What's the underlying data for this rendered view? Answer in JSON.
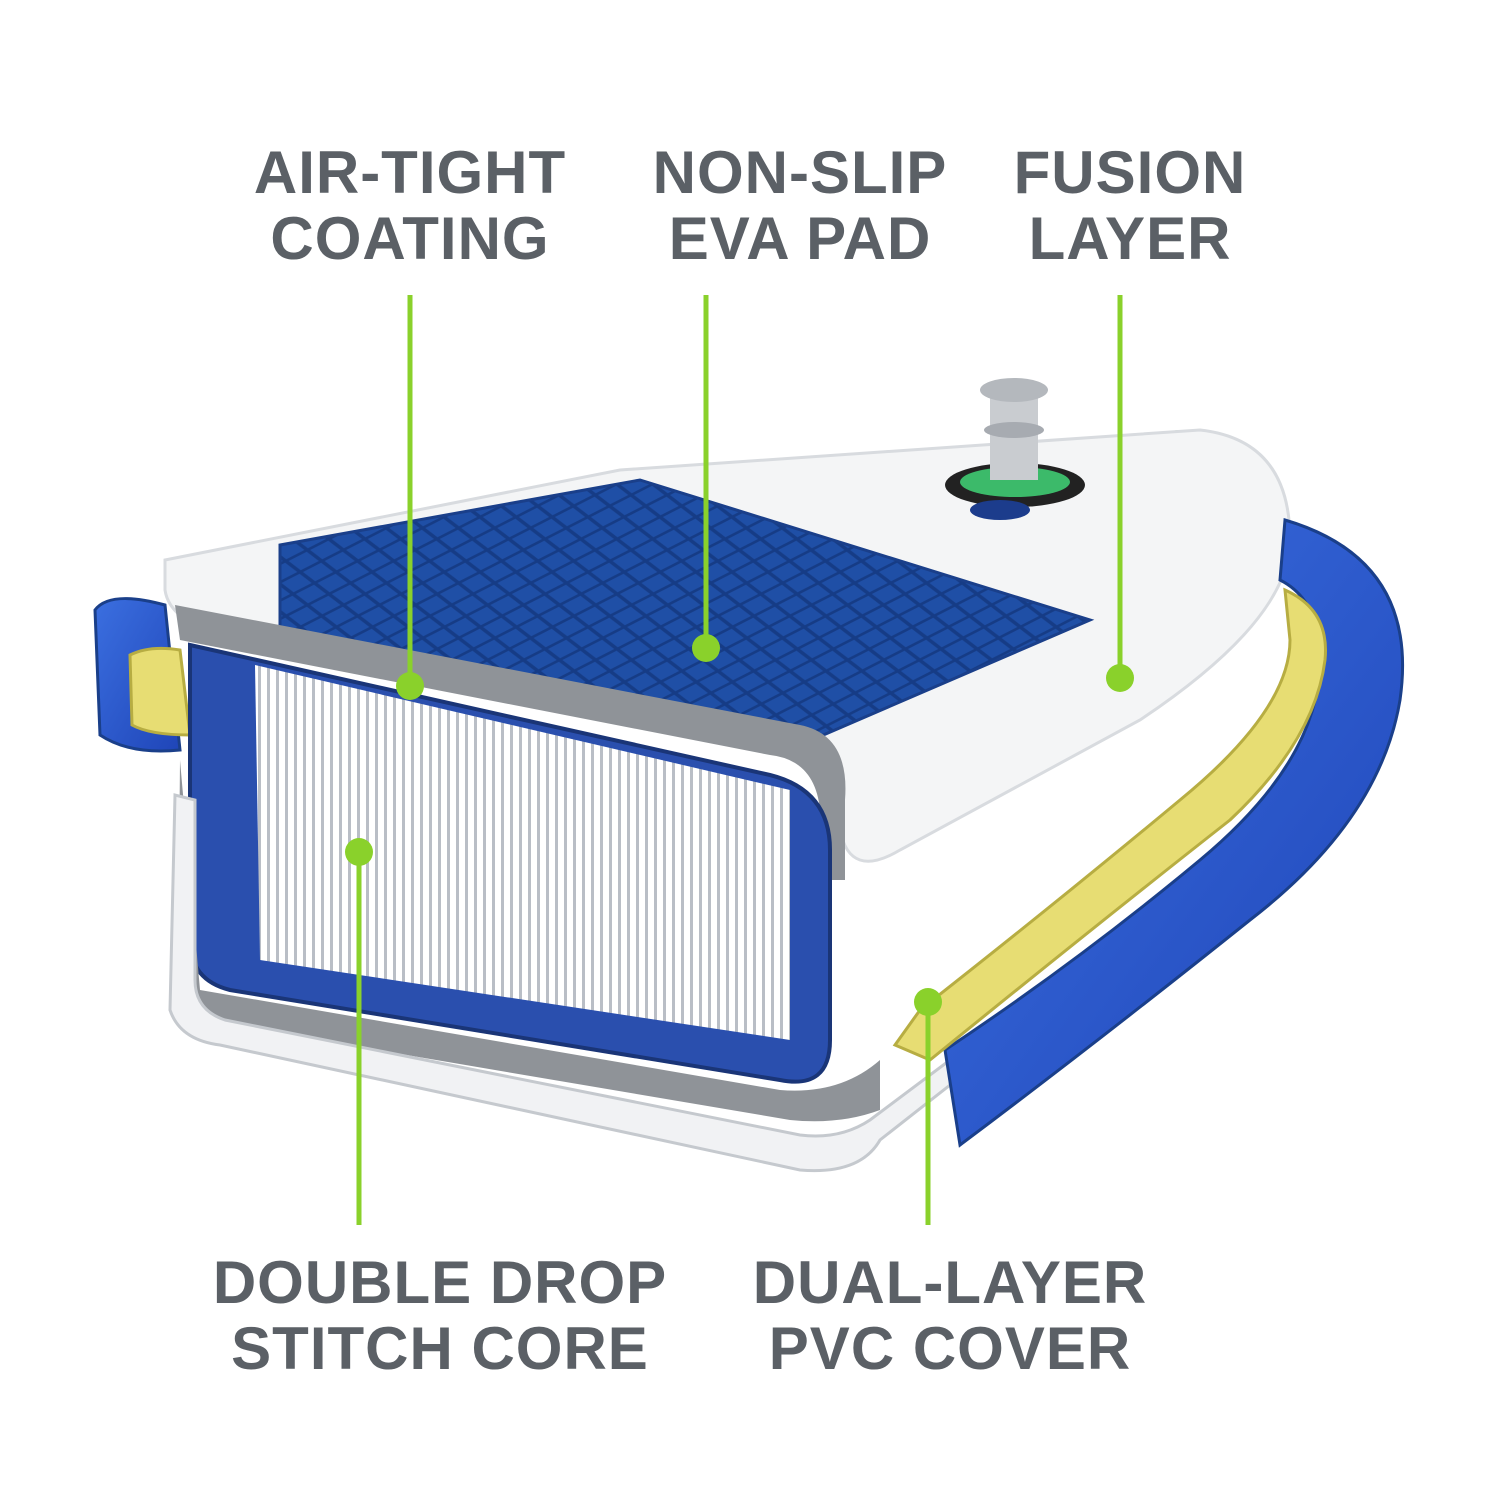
{
  "accent_color": "#8ad12b",
  "label_color": "#5b6066",
  "labels": {
    "air_tight": {
      "line1": "AIR-TIGHT",
      "line2": "COATING"
    },
    "non_slip": {
      "line1": "NON-SLIP",
      "line2": "EVA PAD"
    },
    "fusion": {
      "line1": "FUSION",
      "line2": "LAYER"
    },
    "double_drop": {
      "line1": "DOUBLE DROP",
      "line2": "STITCH CORE"
    },
    "dual_layer": {
      "line1": "DUAL-LAYER",
      "line2": "PVC COVER"
    }
  }
}
